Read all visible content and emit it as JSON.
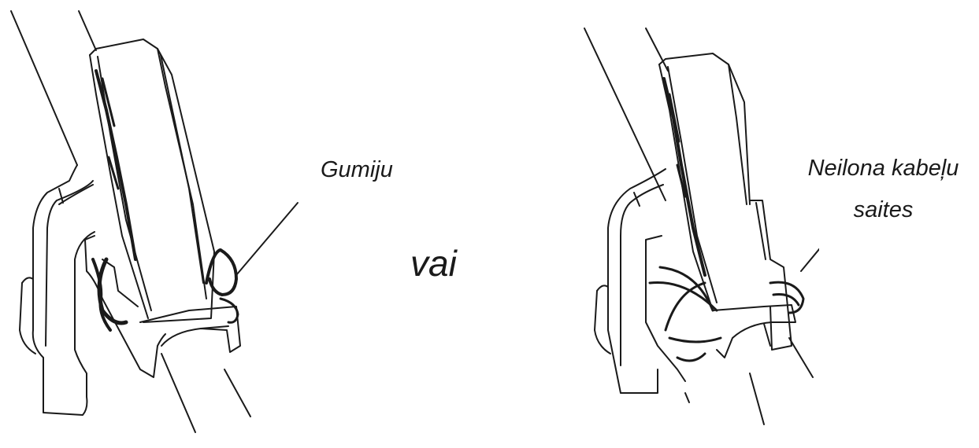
{
  "figure": {
    "left_option": {
      "label": "Gumiju",
      "description": "Bike computer mount attached to handlebar stem with rubber bands"
    },
    "separator": "vai",
    "right_option": {
      "label_line1": "Neilona kabeļu",
      "label_line2": "saites",
      "description": "Bike computer mount attached to handlebar stem with nylon cable ties"
    }
  },
  "colors": {
    "ink": "#1a1a1a",
    "background": "#ffffff"
  }
}
